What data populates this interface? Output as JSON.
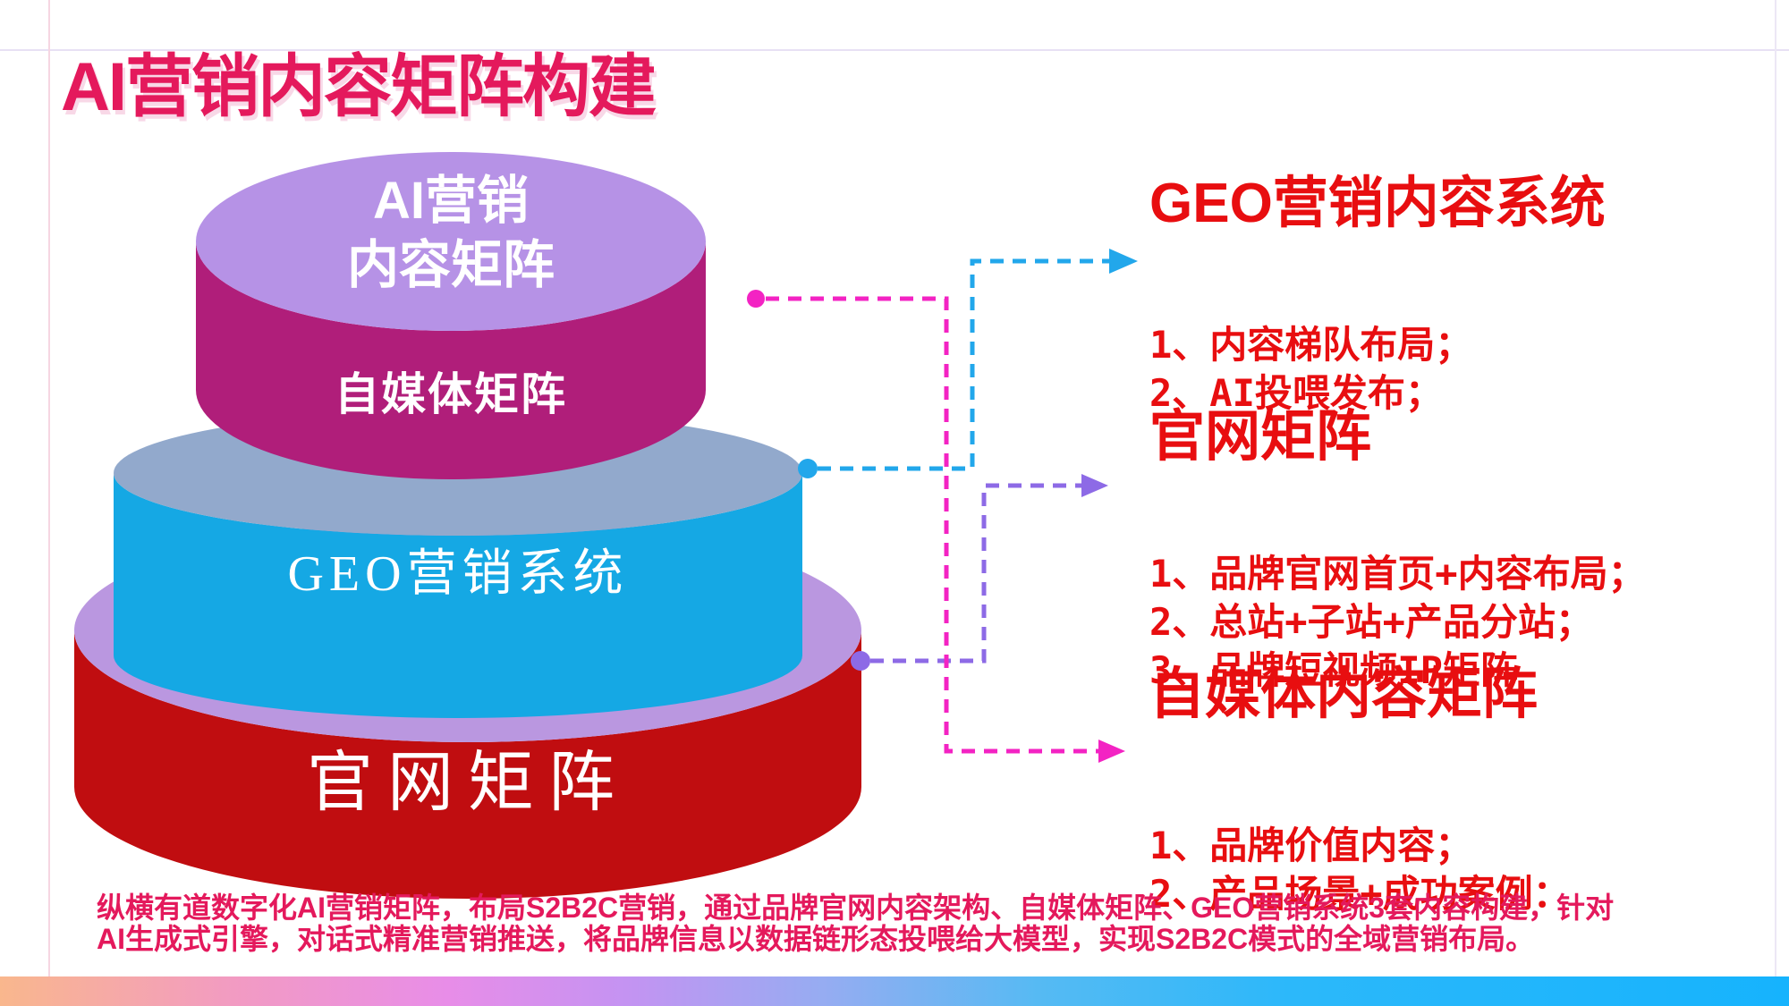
{
  "title": {
    "text": "AI营销内容矩阵构建",
    "color": "#E4195C"
  },
  "pyramid": {
    "tiers": [
      {
        "name": "ai-content-matrix",
        "top_face_label_line1": "AI营销",
        "top_face_label_line2": "内容矩阵",
        "top_face_color": "#B692E6",
        "side_label": "自媒体矩阵",
        "side_color": "#B01E7A"
      },
      {
        "name": "geo-marketing-system",
        "top_face_color": "#92A9CC",
        "side_label": "GEO营销系统",
        "side_color": "#15A8E4"
      },
      {
        "name": "official-site-matrix",
        "top_face_color": "#BA97E0",
        "side_label": "官网矩阵",
        "side_color": "#C00D10"
      }
    ]
  },
  "sections": [
    {
      "heading": "GEO营销内容系统",
      "items": [
        "1、内容梯队布局；",
        "2、AI投喂发布；"
      ],
      "connector_color": "#22A7EB"
    },
    {
      "heading": "官网矩阵",
      "items": [
        "1、品牌官网首页+内容布局；",
        "2、总站+子站+产品分站；",
        "3、品牌短视频IP矩阵"
      ],
      "connector_color": "#8D6AE6"
    },
    {
      "heading": "自媒体内容矩阵",
      "items": [
        "1、品牌价值内容；",
        "2、产品场景+成功案例："
      ],
      "connector_color": "#F323C3"
    }
  ],
  "footer": {
    "lines": [
      "纵横有道数字化AI营销矩阵，布局S2B2C营销，通过品牌官网内容架构、自媒体矩阵、GEO营销系统3套内容构建，针对",
      "AI生成式引擎，对话式精准营销推送，将品牌信息以数据链形态投喂给大模型，实现S2B2C模式的全域营销布局。"
    ],
    "color": "#E4195C"
  },
  "colors": {
    "section_text": "#E80E10",
    "bottom_bar_gradient": [
      "#F9B78D",
      "#E88DE8",
      "#96ACF2",
      "#16B3FD"
    ],
    "guide_line_horizontal": "#E8E0F4",
    "guide_line_left": "#F6D6E2",
    "guide_line_right": "#ECE7F5"
  }
}
